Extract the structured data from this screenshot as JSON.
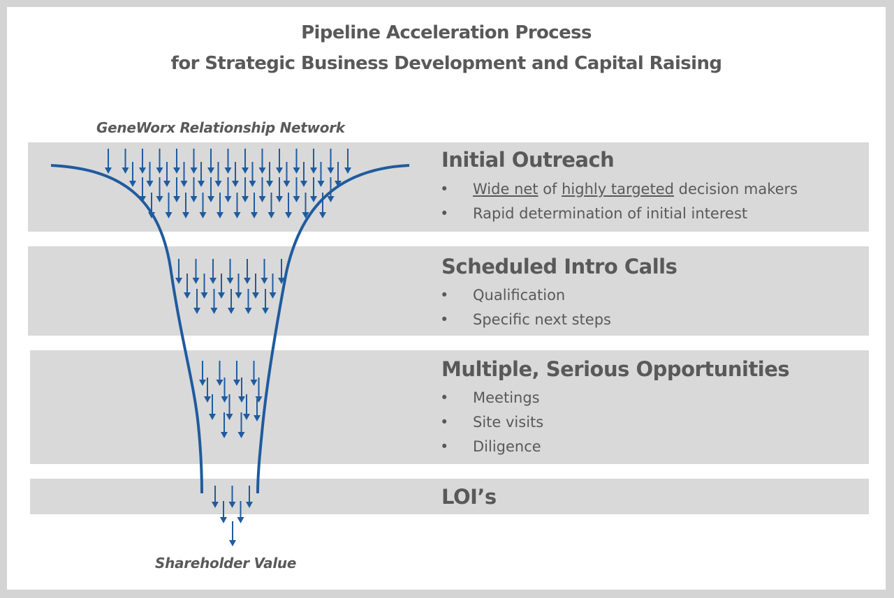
{
  "title": {
    "line1": "Pipeline Acceleration Process",
    "line2": "for Strategic Business Development and Capital Raising"
  },
  "network_label": "GeneWorx Relationship Network",
  "output_label": "Shareholder Value",
  "bullet_glyph": "•",
  "stages": [
    {
      "heading": "Initial Outreach",
      "bullets": [
        {
          "parts": [
            "Wide net",
            " of ",
            "highly targeted",
            " decision makers"
          ]
        },
        {
          "text": "Rapid determination of initial interest"
        }
      ]
    },
    {
      "heading": "Scheduled Intro Calls",
      "bullets": [
        {
          "text": "Qualification"
        },
        {
          "text": "Specific next steps"
        }
      ]
    },
    {
      "heading": "Multiple, Serious Opportunities",
      "bullets": [
        {
          "text": "Meetings"
        },
        {
          "text": "Site visits"
        },
        {
          "text": "Diligence"
        }
      ]
    },
    {
      "heading": "LOI’s",
      "bullets": []
    }
  ],
  "colors": {
    "funnel": "#1f5b9e",
    "text": "#595959",
    "band": "#d9d9d9",
    "frame": "#d4d4d4"
  }
}
